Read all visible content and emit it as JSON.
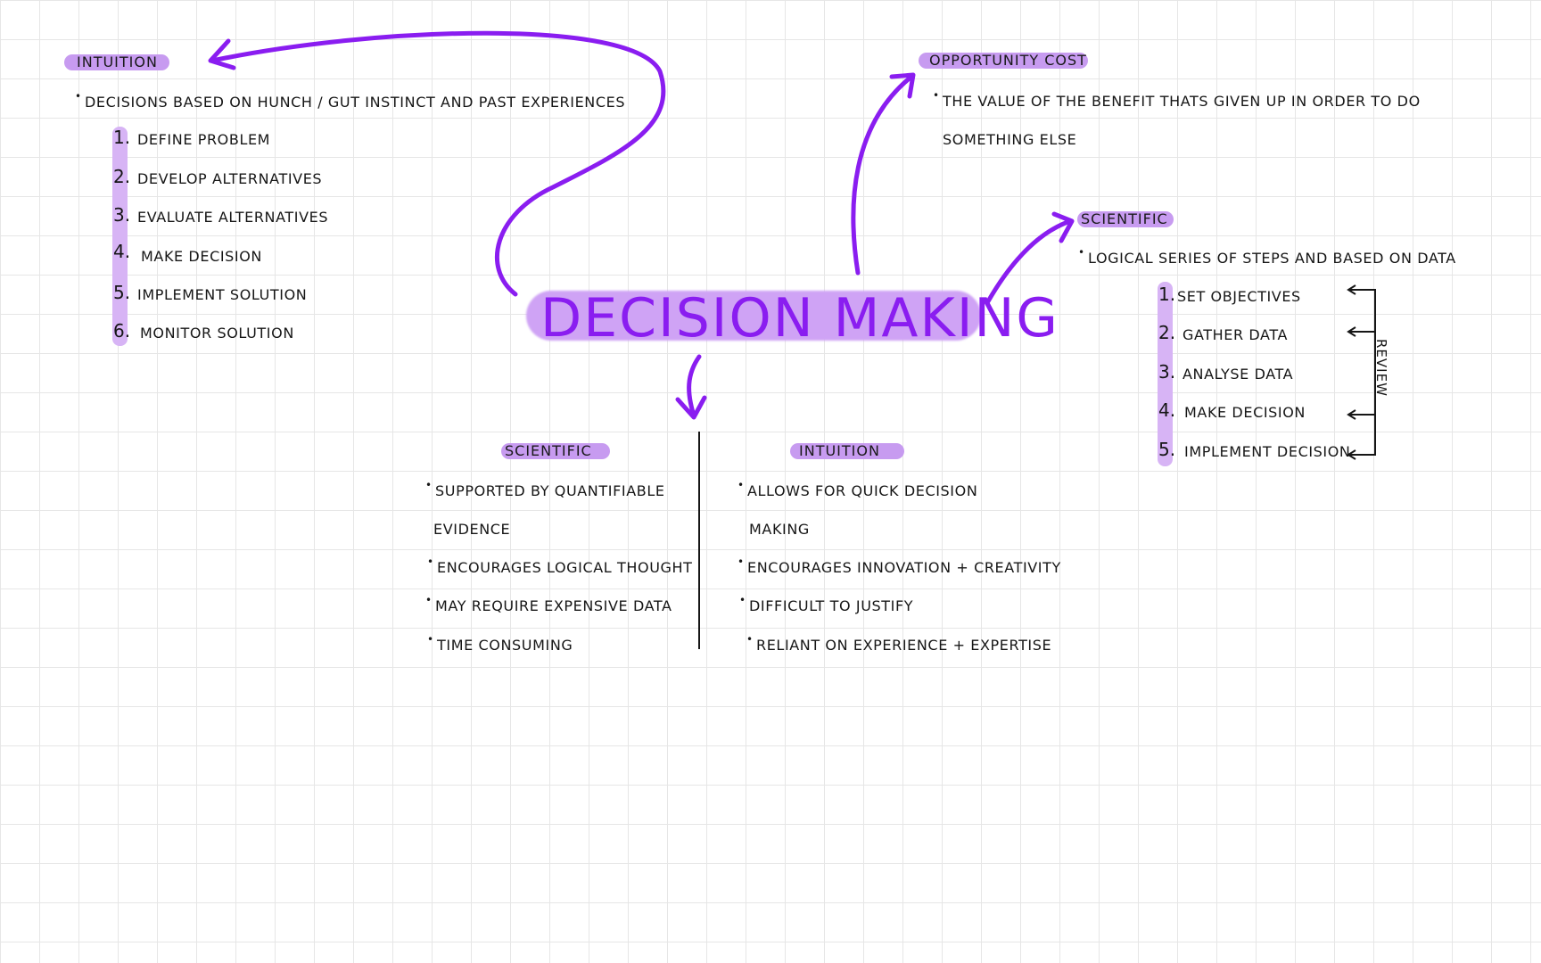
{
  "title": "DECISION MAKING",
  "colors": {
    "accent": "#8a1df0",
    "highlight": "#c79bf0",
    "grid": "#e6e6e6"
  },
  "intuition_top": {
    "heading": "INTUITION",
    "definition": "DECISIONS BASED ON HUNCH / GUT INSTINCT AND PAST EXPERIENCES",
    "steps": [
      {
        "num": "1.",
        "text": "DEFINE PROBLEM"
      },
      {
        "num": "2.",
        "text": "DEVELOP ALTERNATIVES"
      },
      {
        "num": "3.",
        "text": "EVALUATE ALTERNATIVES"
      },
      {
        "num": "4.",
        "text": "MAKE DECISION"
      },
      {
        "num": "5.",
        "text": "IMPLEMENT SOLUTION"
      },
      {
        "num": "6.",
        "text": "MONITOR SOLUTION"
      }
    ]
  },
  "opportunity_cost": {
    "heading": "OPPORTUNITY COST",
    "definition_line1": "THE VALUE OF THE BENEFIT THATS GIVEN UP IN ORDER TO DO",
    "definition_line2": "SOMETHING ELSE"
  },
  "scientific_right": {
    "heading": "SCIENTIFIC",
    "definition": "LOGICAL SERIES OF STEPS AND BASED ON DATA",
    "steps": [
      {
        "num": "1.",
        "text": "SET OBJECTIVES"
      },
      {
        "num": "2.",
        "text": "GATHER DATA"
      },
      {
        "num": "3.",
        "text": "ANALYSE DATA"
      },
      {
        "num": "4.",
        "text": "MAKE DECISION"
      },
      {
        "num": "5.",
        "text": "IMPLEMENT DECISION"
      }
    ],
    "loop_label": "REVIEW"
  },
  "comparison": {
    "scientific": {
      "heading": "SCIENTIFIC",
      "points": [
        "SUPPORTED BY QUANTIFIABLE",
        "EVIDENCE",
        "ENCOURAGES LOGICAL THOUGHT",
        "MAY REQUIRE EXPENSIVE DATA",
        "TIME CONSUMING"
      ]
    },
    "intuition": {
      "heading": "INTUITION",
      "points": [
        "ALLOWS FOR QUICK DECISION",
        "MAKING",
        "ENCOURAGES INNOVATION + CREATIVITY",
        "DIFFICULT TO JUSTIFY",
        "RELIANT ON EXPERIENCE + EXPERTISE"
      ]
    }
  }
}
